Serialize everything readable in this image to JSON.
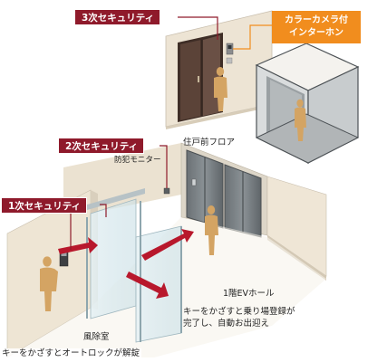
{
  "labels": {
    "security3": "3次セキュリティ",
    "intercom": [
      "カラーカメラ付",
      "インターホン"
    ],
    "floor": "住戸前フロア",
    "security2": "2次セキュリティ",
    "monitor": "防犯モニター",
    "security1": "1次セキュリティ",
    "ev_hall": "1階EVホール",
    "ev_caption": [
      "キーをかざすと乗り場登録が",
      "完了し、自動お出迎え"
    ],
    "vestibule": "風除室",
    "vestibule_caption": "キーをかざすとオートロックが解錠"
  },
  "colors": {
    "badge_red": "#8f1a2b",
    "badge_orange": "#f18d1e",
    "arrow_red": "#b8182c",
    "wall": "#efe6d6",
    "door_brown": "#5b4338",
    "elevator_gray": "#6e7478",
    "person": "#d4a463"
  }
}
